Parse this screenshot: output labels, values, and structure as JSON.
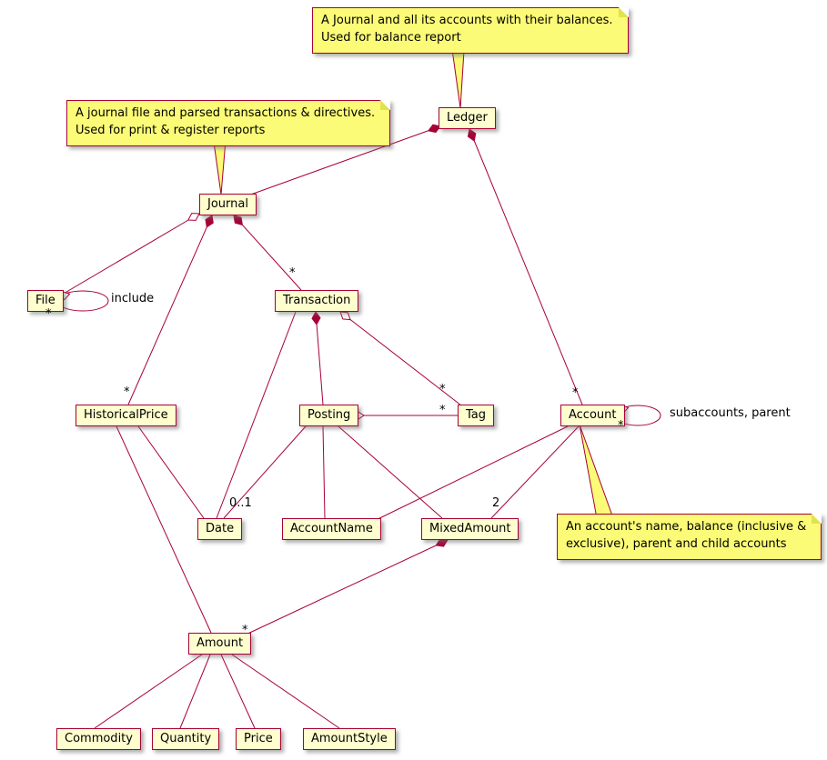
{
  "classes": {
    "ledger": "Ledger",
    "journal": "Journal",
    "file": "File",
    "transaction": "Transaction",
    "historical_price": "HistoricalPrice",
    "posting": "Posting",
    "tag": "Tag",
    "account": "Account",
    "date": "Date",
    "account_name": "AccountName",
    "mixed_amount": "MixedAmount",
    "amount": "Amount",
    "commodity": "Commodity",
    "quantity": "Quantity",
    "price": "Price",
    "amount_style": "AmountStyle"
  },
  "notes": {
    "ledger": {
      "line1": "A Journal and all its accounts with their balances.",
      "line2": "Used for balance report"
    },
    "journal": {
      "line1": "A journal file and parsed transactions & directives.",
      "line2": "Used for print & register reports"
    },
    "account": {
      "line1": "An account's name, balance (inclusive &",
      "line2": "exclusive), parent and child accounts"
    }
  },
  "labels": {
    "star": "*",
    "zero_or_one": "0..1",
    "two": "2",
    "include": "include",
    "subaccounts_parent": "subaccounts, parent"
  },
  "colors": {
    "class_fill": "#FEFECE",
    "note_fill": "#FBFB77",
    "border": "#A80036"
  }
}
